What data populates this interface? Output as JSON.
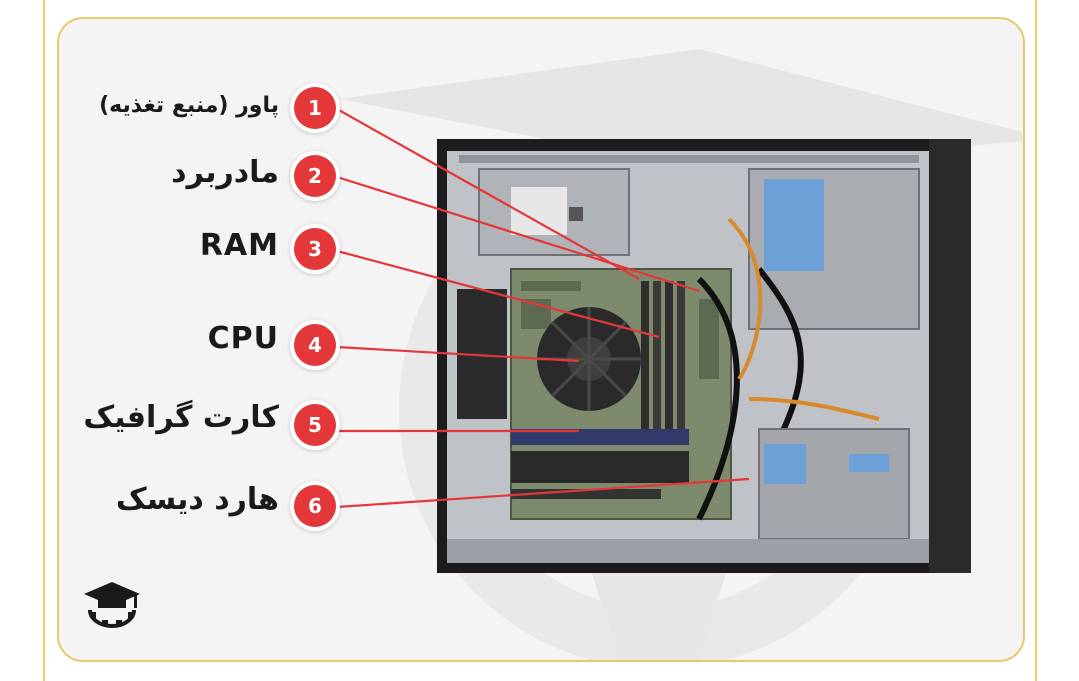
{
  "callouts": [
    {
      "number": "1",
      "label": "پاور (منبع تغذیه)"
    },
    {
      "number": "2",
      "label": "مادربرد"
    },
    {
      "number": "3",
      "label": "RAM"
    },
    {
      "number": "4",
      "label": "CPU"
    },
    {
      "number": "5",
      "label": "کارت گرافیک"
    },
    {
      "number": "6",
      "label": "هارد دیسک"
    }
  ],
  "colors": {
    "accent": "#e4373a",
    "frame": "#e5c96b",
    "background": "#f4f4f4"
  },
  "icons": [
    "graduation-cap-gear-logo"
  ]
}
